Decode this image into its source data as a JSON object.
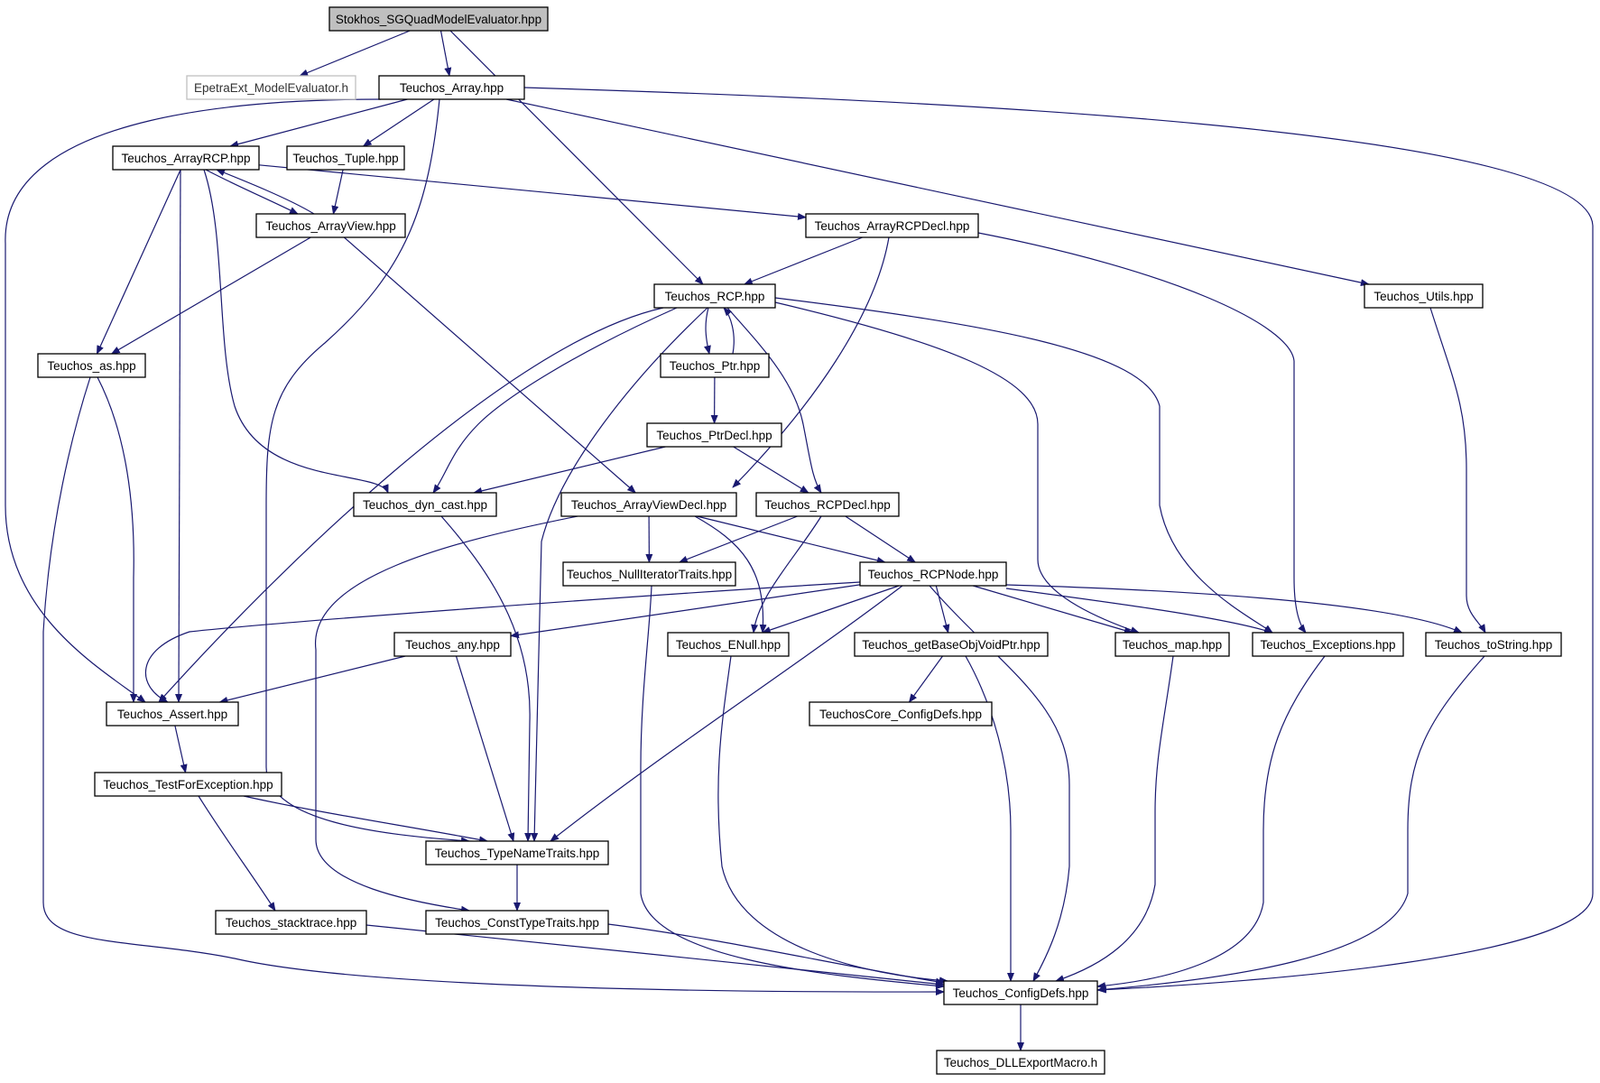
{
  "graph": {
    "edge_color": "#191970",
    "root_fill": "#bfbfbf",
    "nodes": [
      {
        "id": "root",
        "label": "Stokhos_SGQuadModelEvaluator.hpp",
        "kind": "root"
      },
      {
        "id": "epetraext",
        "label": "EpetraExt_ModelEvaluator.h",
        "kind": "external"
      },
      {
        "id": "array",
        "label": "Teuchos_Array.hpp",
        "kind": "normal"
      },
      {
        "id": "arrayrcp",
        "label": "Teuchos_ArrayRCP.hpp",
        "kind": "normal"
      },
      {
        "id": "tuple",
        "label": "Teuchos_Tuple.hpp",
        "kind": "normal"
      },
      {
        "id": "arrayview",
        "label": "Teuchos_ArrayView.hpp",
        "kind": "normal"
      },
      {
        "id": "arrayrcpdecl",
        "label": "Teuchos_ArrayRCPDecl.hpp",
        "kind": "normal"
      },
      {
        "id": "rcp",
        "label": "Teuchos_RCP.hpp",
        "kind": "normal"
      },
      {
        "id": "utils",
        "label": "Teuchos_Utils.hpp",
        "kind": "normal"
      },
      {
        "id": "as",
        "label": "Teuchos_as.hpp",
        "kind": "normal"
      },
      {
        "id": "ptr",
        "label": "Teuchos_Ptr.hpp",
        "kind": "normal"
      },
      {
        "id": "ptrdecl",
        "label": "Teuchos_PtrDecl.hpp",
        "kind": "normal"
      },
      {
        "id": "dyncast",
        "label": "Teuchos_dyn_cast.hpp",
        "kind": "normal"
      },
      {
        "id": "arrayviewdecl",
        "label": "Teuchos_ArrayViewDecl.hpp",
        "kind": "normal"
      },
      {
        "id": "rcpdecl",
        "label": "Teuchos_RCPDecl.hpp",
        "kind": "normal"
      },
      {
        "id": "nulliter",
        "label": "Teuchos_NullIteratorTraits.hpp",
        "kind": "normal"
      },
      {
        "id": "rcpnode",
        "label": "Teuchos_RCPNode.hpp",
        "kind": "normal"
      },
      {
        "id": "any",
        "label": "Teuchos_any.hpp",
        "kind": "normal"
      },
      {
        "id": "enull",
        "label": "Teuchos_ENull.hpp",
        "kind": "normal"
      },
      {
        "id": "getbase",
        "label": "Teuchos_getBaseObjVoidPtr.hpp",
        "kind": "normal"
      },
      {
        "id": "map",
        "label": "Teuchos_map.hpp",
        "kind": "normal"
      },
      {
        "id": "exceptions",
        "label": "Teuchos_Exceptions.hpp",
        "kind": "normal"
      },
      {
        "id": "tostring",
        "label": "Teuchos_toString.hpp",
        "kind": "normal"
      },
      {
        "id": "assert",
        "label": "Teuchos_Assert.hpp",
        "kind": "normal"
      },
      {
        "id": "coreconfig",
        "label": "TeuchosCore_ConfigDefs.hpp",
        "kind": "normal"
      },
      {
        "id": "testforexc",
        "label": "Teuchos_TestForException.hpp",
        "kind": "normal"
      },
      {
        "id": "typename",
        "label": "Teuchos_TypeNameTraits.hpp",
        "kind": "normal"
      },
      {
        "id": "stacktrace",
        "label": "Teuchos_stacktrace.hpp",
        "kind": "normal"
      },
      {
        "id": "consttype",
        "label": "Teuchos_ConstTypeTraits.hpp",
        "kind": "normal"
      },
      {
        "id": "configdefs",
        "label": "Teuchos_ConfigDefs.hpp",
        "kind": "normal"
      },
      {
        "id": "dllexport",
        "label": "Teuchos_DLLExportMacro.h",
        "kind": "normal"
      }
    ],
    "edges": [
      [
        "root",
        "epetraext"
      ],
      [
        "root",
        "array"
      ],
      [
        "root",
        "rcp"
      ],
      [
        "array",
        "arrayrcp"
      ],
      [
        "array",
        "tuple"
      ],
      [
        "array",
        "assert"
      ],
      [
        "array",
        "typename"
      ],
      [
        "array",
        "utils"
      ],
      [
        "array",
        "configdefs"
      ],
      [
        "arrayrcp",
        "arrayview"
      ],
      [
        "arrayrcp",
        "arrayrcpdecl"
      ],
      [
        "arrayrcp",
        "as"
      ],
      [
        "arrayrcp",
        "assert"
      ],
      [
        "arrayrcp",
        "dyncast"
      ],
      [
        "tuple",
        "arrayview"
      ],
      [
        "arrayview",
        "arrayrcp"
      ],
      [
        "arrayview",
        "as"
      ],
      [
        "arrayview",
        "arrayviewdecl"
      ],
      [
        "arrayrcpdecl",
        "rcp"
      ],
      [
        "arrayrcpdecl",
        "arrayviewdecl"
      ],
      [
        "arrayrcpdecl",
        "exceptions"
      ],
      [
        "rcp",
        "ptr"
      ],
      [
        "rcp",
        "rcpdecl"
      ],
      [
        "rcp",
        "dyncast"
      ],
      [
        "rcp",
        "assert"
      ],
      [
        "rcp",
        "typename"
      ],
      [
        "rcp",
        "map"
      ],
      [
        "rcp",
        "exceptions"
      ],
      [
        "ptr",
        "rcp"
      ],
      [
        "ptr",
        "ptrdecl"
      ],
      [
        "ptrdecl",
        "dyncast"
      ],
      [
        "ptrdecl",
        "rcpdecl"
      ],
      [
        "utils",
        "tostring"
      ],
      [
        "as",
        "assert"
      ],
      [
        "as",
        "configdefs"
      ],
      [
        "dyncast",
        "typename"
      ],
      [
        "arrayviewdecl",
        "nulliter"
      ],
      [
        "arrayviewdecl",
        "enull"
      ],
      [
        "arrayviewdecl",
        "rcpnode"
      ],
      [
        "arrayviewdecl",
        "consttype"
      ],
      [
        "rcpdecl",
        "nulliter"
      ],
      [
        "rcpdecl",
        "rcpnode"
      ],
      [
        "rcpdecl",
        "enull"
      ],
      [
        "rcpnode",
        "any"
      ],
      [
        "rcpnode",
        "enull"
      ],
      [
        "rcpnode",
        "getbase"
      ],
      [
        "rcpnode",
        "map"
      ],
      [
        "rcpnode",
        "exceptions"
      ],
      [
        "rcpnode",
        "tostring"
      ],
      [
        "rcpnode",
        "assert"
      ],
      [
        "rcpnode",
        "typename"
      ],
      [
        "rcpnode",
        "configdefs"
      ],
      [
        "nulliter",
        "configdefs"
      ],
      [
        "any",
        "assert"
      ],
      [
        "any",
        "typename"
      ],
      [
        "assert",
        "testforexc"
      ],
      [
        "testforexc",
        "typename"
      ],
      [
        "testforexc",
        "stacktrace"
      ],
      [
        "typename",
        "consttype"
      ],
      [
        "stacktrace",
        "configdefs"
      ],
      [
        "consttype",
        "configdefs"
      ],
      [
        "enull",
        "configdefs"
      ],
      [
        "getbase",
        "coreconfig"
      ],
      [
        "getbase",
        "configdefs"
      ],
      [
        "map",
        "configdefs"
      ],
      [
        "exceptions",
        "configdefs"
      ],
      [
        "tostring",
        "configdefs"
      ],
      [
        "configdefs",
        "dllexport"
      ]
    ]
  }
}
